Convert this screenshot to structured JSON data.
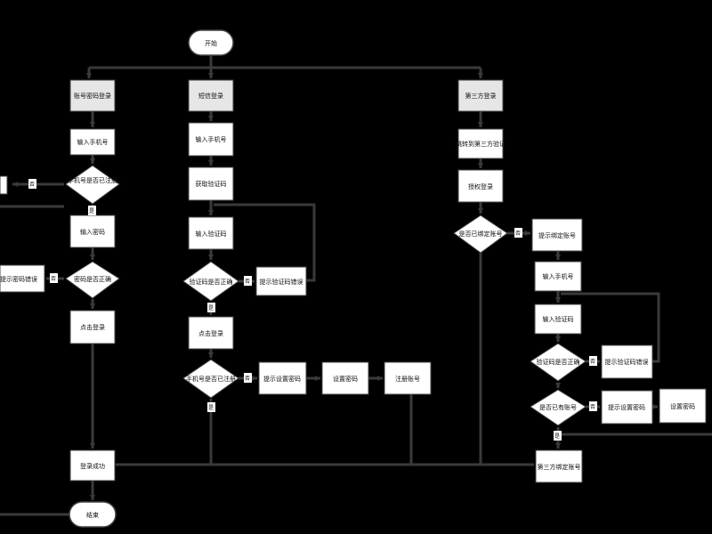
{
  "diagram": {
    "title": "",
    "start": "开始",
    "end": "结束",
    "branch_password": "账号密码登录",
    "branch_sms": "短信登录",
    "branch_third": "第三方登录",
    "p_input_phone": "输入手机号",
    "p_phone_registered": "手机号是否已注册",
    "p_input_password": "输入密码",
    "p_password_correct": "密码是否正确",
    "p_password_error_tip": "提示密码错误",
    "p_click_login": "点击登录",
    "login_success": "登录成功",
    "s_input_phone": "输入手机号",
    "s_get_code": "获取验证码",
    "s_input_code": "输入验证码",
    "s_code_correct": "验证码是否正确",
    "s_code_error_tip": "提示验证码错误",
    "s_click_login": "点击登录",
    "s_phone_registered": "手机号是否已注册",
    "s_set_password_tip": "提示设置密码",
    "s_set_password": "设置密码",
    "s_register": "注册账号",
    "t_jump": "跳转到第三方验证",
    "t_authorize": "授权登录",
    "t_bound": "是否已绑定账号",
    "t_bind_tip": "提示绑定账号",
    "t_input_phone": "输入手机号",
    "t_input_code": "输入验证码",
    "t_code_correct": "验证码是否正确",
    "t_code_error_tip": "提示验证码错误",
    "t_has_account": "是否已有账号",
    "t_set_password_tip": "提示设置密码",
    "t_set_password": "设置密码",
    "t_bind_account": "第三方绑定账号",
    "yes": "是",
    "no": "否"
  }
}
